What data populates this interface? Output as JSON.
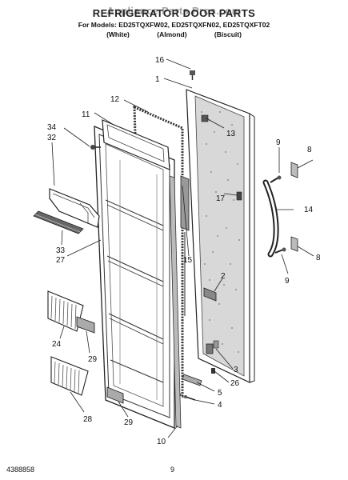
{
  "header": {
    "title": "REFRIGERATOR DOOR PARTS",
    "watermark": "Appliance Parts Pros.com",
    "models_line": "For Models: ED25TQXFW02, ED25TQXFN02, ED25TQXFT02",
    "colors": [
      "(White)",
      "(Almond)",
      "(Biscuit)"
    ]
  },
  "callouts": [
    "16",
    "1",
    "12",
    "11",
    "13",
    "34",
    "32",
    "9",
    "8",
    "14",
    "17",
    "15",
    "2",
    "33",
    "27",
    "9",
    "8",
    "24",
    "29",
    "3",
    "26",
    "5",
    "4",
    "28",
    "29",
    "10"
  ],
  "footer": {
    "doc_id": "4388858",
    "page": "9"
  }
}
